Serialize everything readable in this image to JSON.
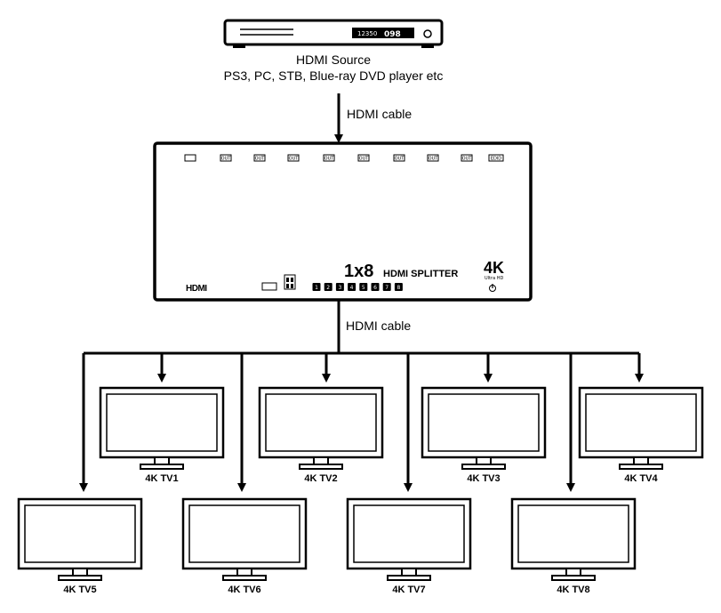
{
  "source": {
    "display_counter": "12350",
    "display_value": "098",
    "title": "HDMI Source",
    "subtitle": "PS3, PC, STB, Blue-ray DVD player etc"
  },
  "cable_top_label": "HDMI cable",
  "cable_bottom_label": "HDMI cable",
  "splitter": {
    "brand_logo": "HDMI",
    "model_main": "1x8",
    "model_text": "HDMI SPLITTER",
    "badge_main": "4K",
    "badge_sub": "Ultra HD",
    "top_indicators": [
      "",
      "OUT",
      "OUT",
      "OUT",
      "OUT",
      "OUT",
      "OUT",
      "OUT",
      "OUT",
      "EDID"
    ],
    "port_numbers": [
      "1",
      "2",
      "3",
      "4",
      "5",
      "6",
      "7",
      "8"
    ]
  },
  "tvs": [
    {
      "label": "4K TV1"
    },
    {
      "label": "4K TV2"
    },
    {
      "label": "4K TV3"
    },
    {
      "label": "4K TV4"
    },
    {
      "label": "4K TV5"
    },
    {
      "label": "4K TV6"
    },
    {
      "label": "4K TV7"
    },
    {
      "label": "4K TV8"
    }
  ]
}
